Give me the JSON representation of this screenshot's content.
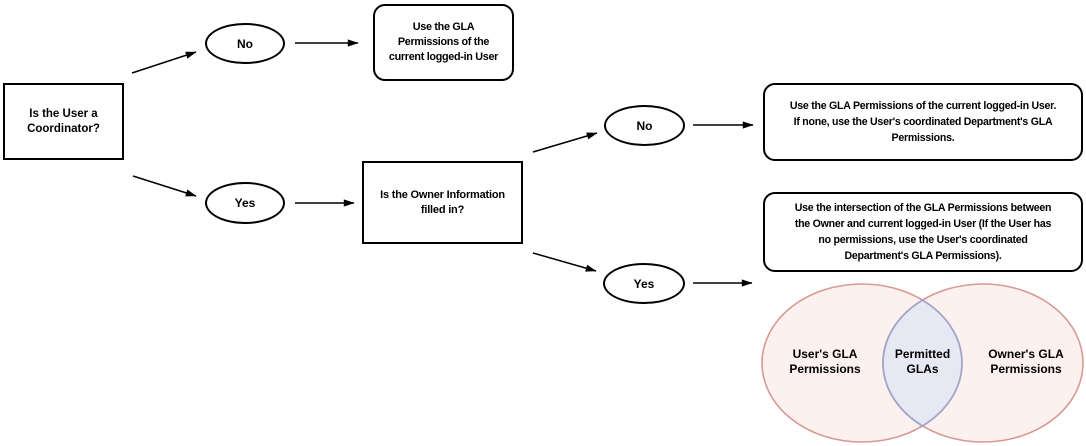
{
  "nodes": {
    "coordinator_question": {
      "lines": [
        "Is the User a",
        "Coordinator?"
      ]
    },
    "branch_no_1": {
      "label": "No"
    },
    "branch_yes_1": {
      "label": "Yes"
    },
    "result_no_coordinator": {
      "lines": [
        "Use the GLA",
        "Permissions of the",
        "current logged-in User"
      ]
    },
    "owner_question": {
      "lines": [
        "Is the Owner Information",
        "filled in?"
      ]
    },
    "branch_no_2": {
      "label": "No"
    },
    "branch_yes_2": {
      "label": "Yes"
    },
    "result_owner_empty": {
      "lines": [
        "Use the GLA Permissions of the current logged-in User.",
        "If none, use the User's coordinated Department's GLA",
        "Permissions."
      ]
    },
    "result_owner_filled": {
      "lines": [
        "Use the intersection of the GLA Permissions between",
        "the Owner and current logged-in User (If the User has",
        "no permissions, use the User's coordinated",
        "Department's GLA Permissions)."
      ]
    }
  },
  "venn": {
    "left_label": {
      "lines": [
        "User's GLA",
        "Permissions"
      ]
    },
    "center_label": {
      "lines": [
        "Permitted",
        "GLAs"
      ]
    },
    "right_label": {
      "lines": [
        "Owner's GLA",
        "Permissions"
      ]
    },
    "circle_fill": "#fdf1ef",
    "circle_stroke": "#d79a95",
    "intersection_fill": "#e7e8f4",
    "intersection_stroke": "#9fa6c8"
  },
  "colors": {
    "background": "#ffffff",
    "line": "#000000",
    "node_border": "#000000",
    "text": "#000000"
  }
}
